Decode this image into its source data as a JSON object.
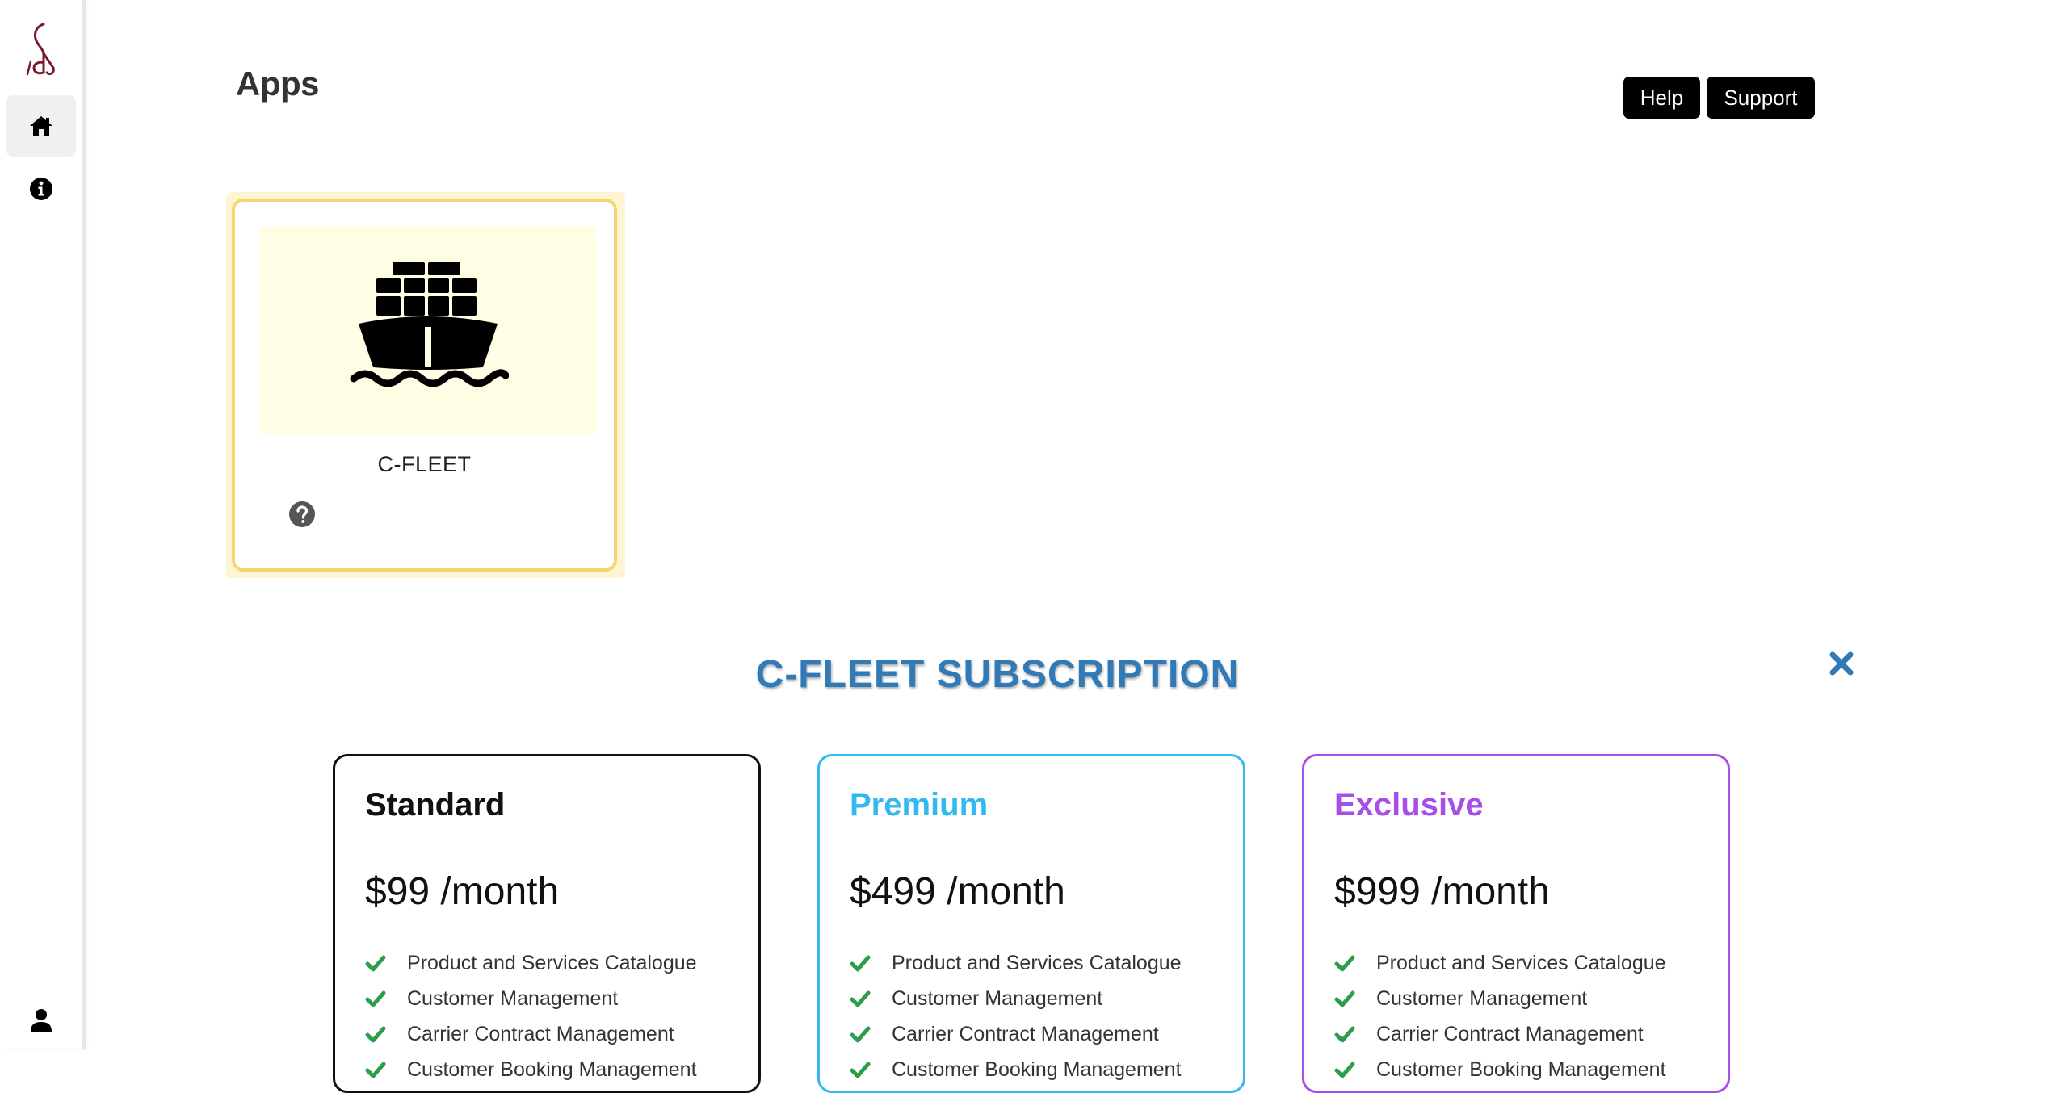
{
  "header": {
    "title": "Apps",
    "help_label": "Help",
    "support_label": "Support"
  },
  "sidebar": {
    "items": [
      "logo",
      "home-icon",
      "info-icon",
      "user-icon"
    ]
  },
  "apps": [
    {
      "name": "C-FLEET",
      "icon": "ship-icon"
    }
  ],
  "subscription": {
    "title": "C-FLEET SUBSCRIPTION",
    "plans": [
      {
        "name": "Standard",
        "price": "$99 /month",
        "color": "#111111",
        "features": [
          "Product and Services Catalogue",
          "Customer Management",
          "Carrier Contract Management",
          "Customer Booking Management"
        ]
      },
      {
        "name": "Premium",
        "price": "$499 /month",
        "color": "#32b9ef",
        "features": [
          "Product and Services Catalogue",
          "Customer Management",
          "Carrier Contract Management",
          "Customer Booking Management"
        ]
      },
      {
        "name": "Exclusive",
        "price": "$999 /month",
        "color": "#a64ee6",
        "features": [
          "Product and Services Catalogue",
          "Customer Management",
          "Carrier Contract Management",
          "Customer Booking Management"
        ]
      }
    ]
  },
  "colors": {
    "title_blue": "#2f7ab7",
    "card_border": "#f6d470",
    "check_green": "#2e9d4a"
  }
}
